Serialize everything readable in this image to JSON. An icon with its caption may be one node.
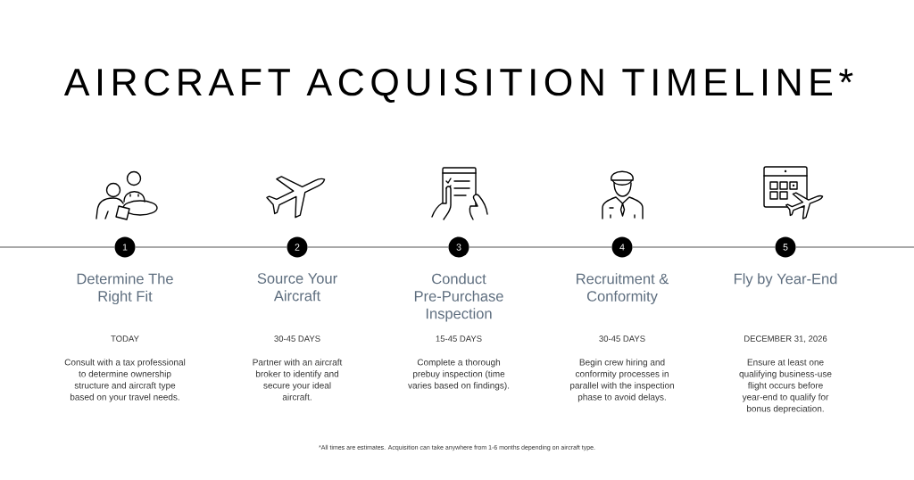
{
  "diagram": {
    "title": "AIRCRAFT ACQUISITION TIMELINE*",
    "caption": "*All times are estimates. Acquisition can take anywhere from 1-6 months depending on aircraft type.",
    "nodes": [
      {
        "text": [
          "1"
        ],
        "beside": [
          "Determine The Right Fit",
          "TODAY",
          "Consult with a tax professional to determine ownership structure and aircraft type based on your travel needs."
        ]
      },
      {
        "text": [
          "2"
        ],
        "beside": [
          "Source Your Aircraft",
          "30-45 DAYS",
          "Partner with an aircraft broker to identify and secure your ideal aircraft."
        ]
      },
      {
        "text": [
          "3"
        ],
        "beside": [
          "Conduct Pre-Purchase Inspection",
          "15-45 DAYS",
          "Complete a thorough prebuy inspection (time varies based on findings)."
        ]
      },
      {
        "text": [
          "4"
        ],
        "beside": [
          "Recruitment & Conformity",
          "30-45 DAYS",
          "Begin crew hiring and conformity processes in parallel with the inspection phase to avoid delays."
        ]
      },
      {
        "text": [
          "5"
        ],
        "beside": [
          "Fly by Year-End",
          "DECEMBER 31, 2026",
          "Ensure at least one qualifying business-use flight occurs before year-end to qualify for bonus depreciation."
        ]
      }
    ],
    "edges": [
      {
        "from": null,
        "to": 0,
        "arrow": "none"
      },
      {
        "from": 0,
        "to": 1,
        "arrow": "none"
      },
      {
        "from": 1,
        "to": 2,
        "arrow": "none"
      },
      {
        "from": 2,
        "to": 3,
        "arrow": "none"
      },
      {
        "from": 3,
        "to": 4,
        "arrow": "none"
      },
      {
        "from": 4,
        "to": null,
        "arrow": "none"
      }
    ]
  }
}
